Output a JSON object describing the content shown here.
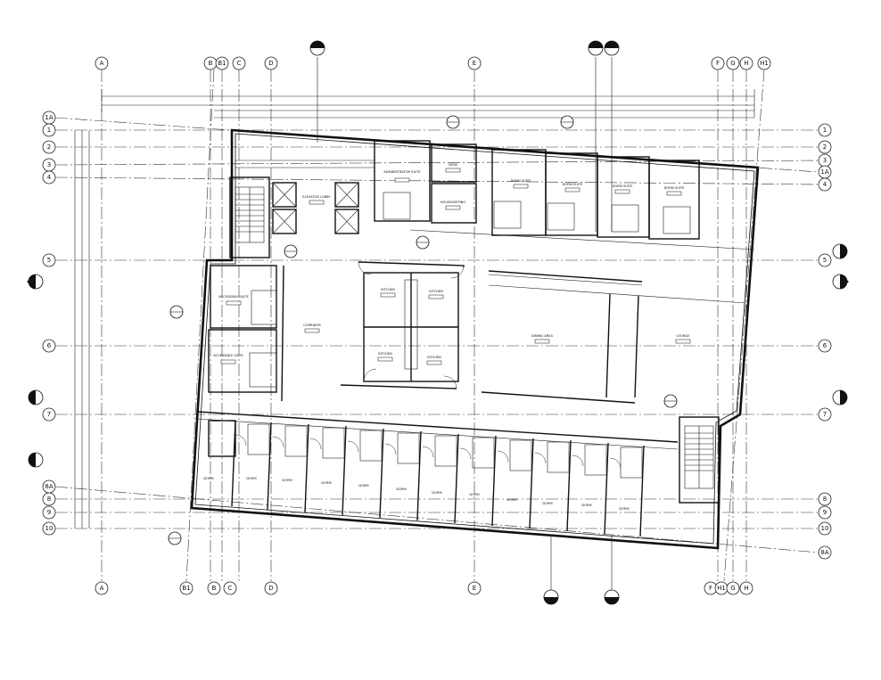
{
  "grid_top": [
    "A",
    "B",
    "B1",
    "C",
    "D",
    "E",
    "F",
    "G",
    "H",
    "H1"
  ],
  "grid_bottom": [
    "A",
    "B1",
    "B",
    "C",
    "D",
    "E",
    "F",
    "H1",
    "G",
    "H"
  ],
  "grid_left": [
    "1A",
    "1",
    "2",
    "3",
    "4",
    "5",
    "6",
    "7",
    "8A",
    "8",
    "9",
    "10"
  ],
  "grid_right": [
    "1",
    "2",
    "3",
    "1A",
    "4",
    "5",
    "6",
    "7",
    "8",
    "9",
    "10",
    "8A"
  ],
  "rooms": {
    "elevator_lobby": "ELEVATOR LOBBY",
    "admin_suite": "ADMINISTRATOR SUITE",
    "desk": "DESK",
    "housekeeping": "HOUSEKEEPING",
    "dorm_suite": "DORM SUITE",
    "accessible_suite": "ACCESSIBLE SUITE",
    "kitchen": "KITCHEN",
    "corridor": "CORRIDOR",
    "dining_area": "DINING AREA",
    "lounge": "LOUNGE",
    "dorm": "DORM"
  },
  "colors": {
    "ink": "#111111",
    "paper": "#ffffff"
  }
}
